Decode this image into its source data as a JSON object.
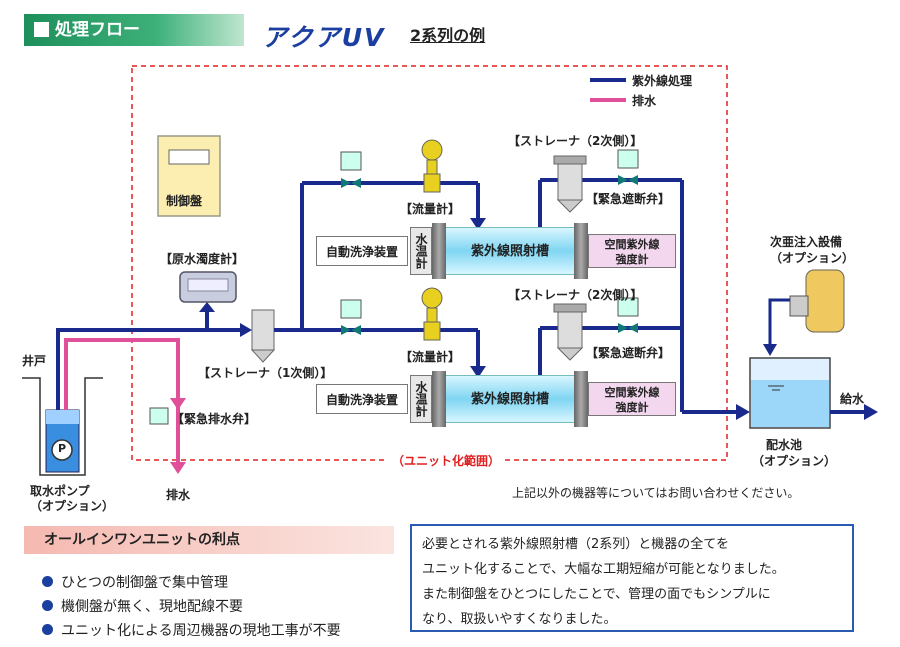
{
  "header": {
    "section_title": "処理フロー",
    "brand": "アクアUV",
    "subtitle": "2系列の例"
  },
  "legend": {
    "uv_treatment": "紫外線処理",
    "drain": "排水"
  },
  "labels": {
    "control_panel": "制御盤",
    "turbidity_meter": "【原水濁度計】",
    "strainer_primary": "【ストレーナ（1次側）】",
    "strainer_secondary_top": "【ストレーナ（2次側）】",
    "strainer_secondary_bottom": "【ストレーナ（2次側）】",
    "flowmeter_top": "【流量計】",
    "flowmeter_bottom": "【流量計】",
    "emergency_valve_top": "【緊急遮断弁】",
    "emergency_valve_bottom": "【緊急遮断弁】",
    "emergency_drain_valve": "【緊急排水弁】",
    "auto_cleaning_top": "自動洗浄装置",
    "auto_cleaning_bottom": "自動洗浄装置",
    "water_temp_top": "水温計",
    "water_temp_bottom": "水温計",
    "uv_tank_top": "紫外線照射槽",
    "uv_tank_bottom": "紫外線照射槽",
    "intensity_top_1": "空間紫外線",
    "intensity_top_2": "強度計",
    "intensity_bottom_1": "空間紫外線",
    "intensity_bottom_2": "強度計",
    "well": "井戸",
    "pump_1": "取水ポンプ",
    "pump_2": "（オプション）",
    "pump_symbol": "P",
    "drain_out": "排水",
    "unit_range": "（ユニット化範囲）",
    "chlorine_1": "次亜注入設備",
    "chlorine_2": "（オプション）",
    "reservoir_1": "配水池",
    "reservoir_2": "（オプション）",
    "water_supply": "給水",
    "inquiry_note": "上記以外の機器等についてはお問い合わせください。"
  },
  "benefits": {
    "title": "オールインワンユニットの利点",
    "items": [
      "ひとつの制御盤で集中管理",
      "機側盤が無く、現地配線不要",
      "ユニット化による周辺機器の現地工事が不要"
    ]
  },
  "note": {
    "lines": [
      "必要とされる紫外線照射槽（2系列）と機器の全てを",
      "ユニット化することで、大幅な工期短縮が可能となりました。",
      "また制御盤をひとつにしたことで、管理の面でもシンプルに",
      "なり、取扱いやすくなりました。"
    ]
  },
  "colors": {
    "uv_line": "#1a2a8c",
    "drain_line": "#e0509a",
    "unit_border": "#e02020",
    "accent_green": "#1e8f5a"
  }
}
